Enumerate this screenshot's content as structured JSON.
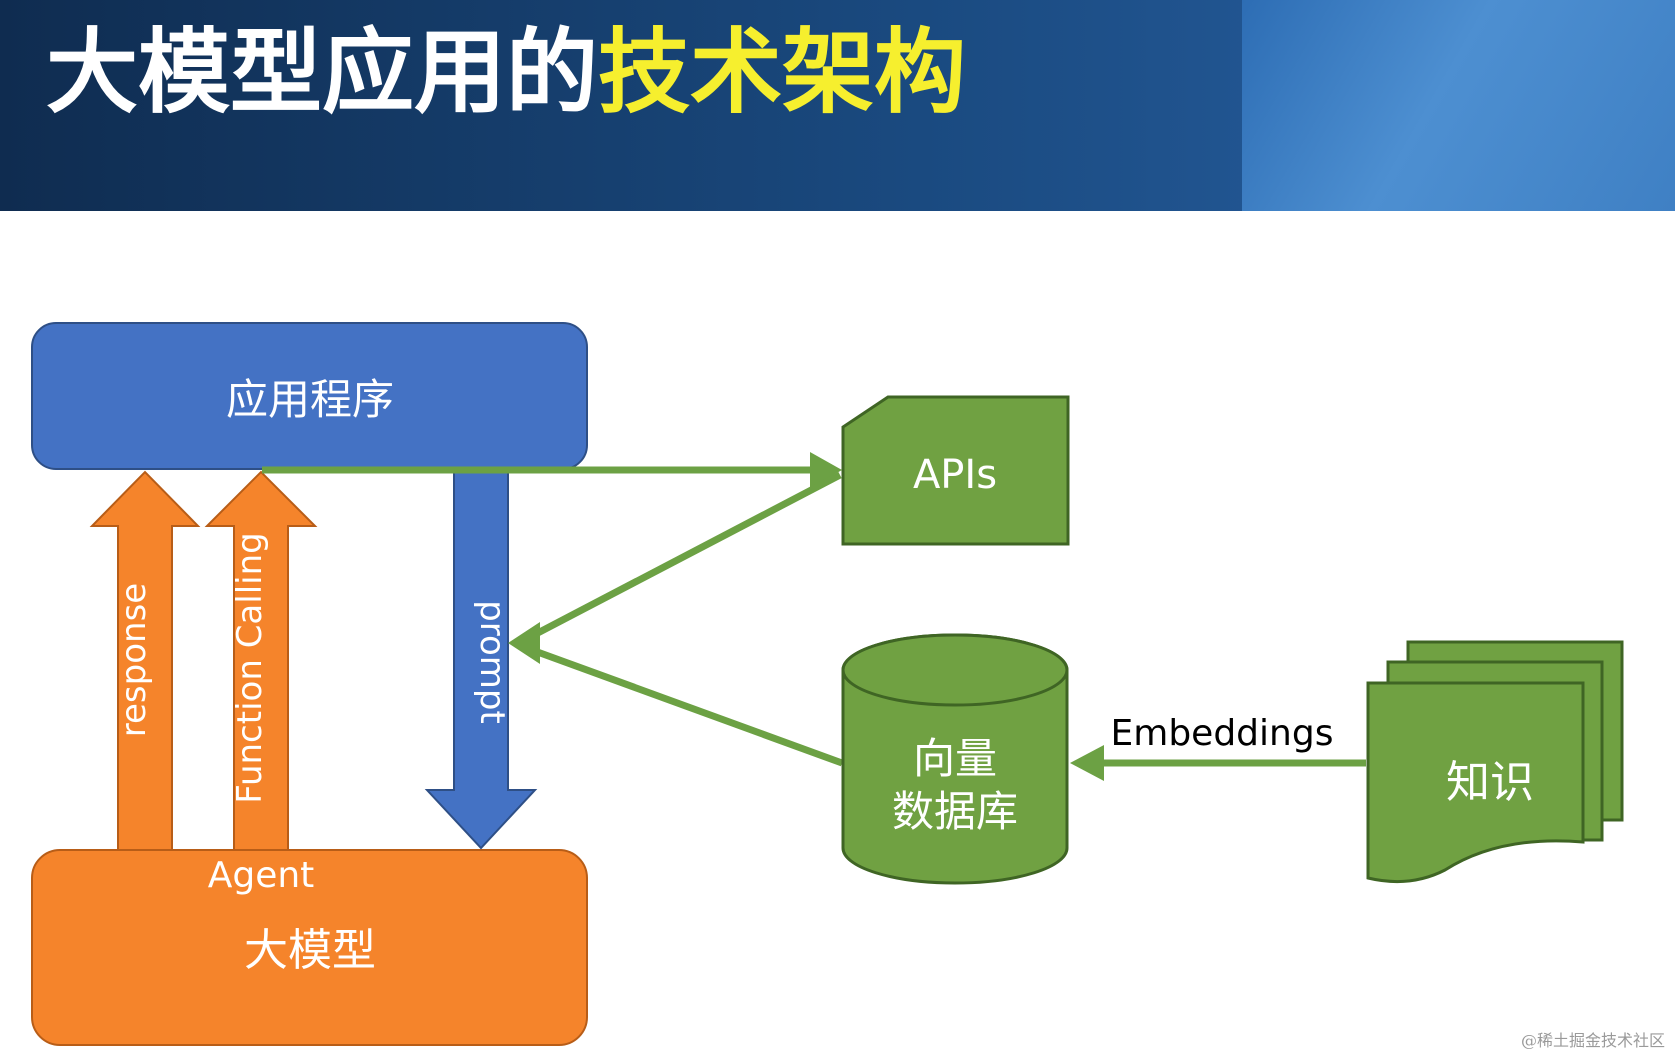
{
  "header": {
    "title_white": "大模型应用的",
    "title_yellow": "技术架构"
  },
  "diagram": {
    "app_box": "应用程序",
    "llm_box": "大模型",
    "agent_label": "Agent",
    "response_label": "response",
    "function_calling_label": "Function Calling",
    "prompt_label": "prompt",
    "apis_box": "APIs",
    "vector_db_line1": "向量",
    "vector_db_line2": "数据库",
    "embeddings_label": "Embeddings",
    "knowledge_box": "知识"
  },
  "colors": {
    "blue_box": "#4472c4",
    "orange": "#f5842b",
    "green": "#70a142",
    "green_arrow": "#6ca144",
    "title_yellow": "#f6ef2e"
  },
  "watermark": "@稀土掘金技术社区"
}
